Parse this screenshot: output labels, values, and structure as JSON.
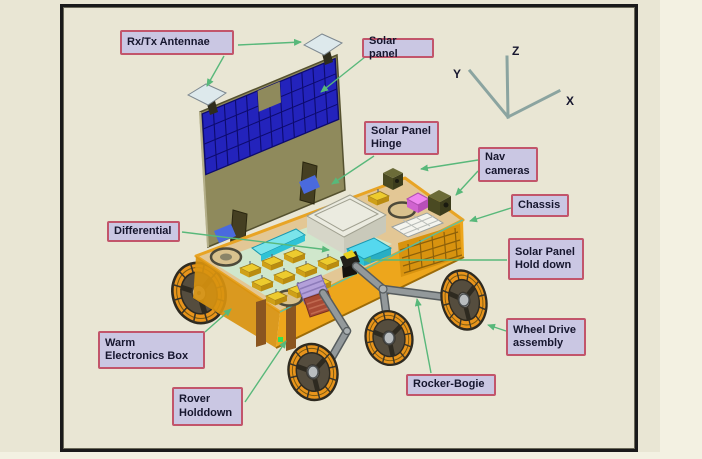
{
  "diagram": {
    "callouts": {
      "rx_tx_antennae": "Rx/Tx Antennae",
      "solar_panel": "Solar panel",
      "solar_panel_hinge": "Solar Panel\nHinge",
      "nav_cameras": "Nav\ncameras",
      "chassis": "Chassis",
      "solar_panel_hold_down": "Solar Panel\nHold down",
      "wheel_drive_assembly": "Wheel Drive\nassembly",
      "rocker_bogie": "Rocker-Bogie",
      "rover_holddown": "Rover\nHolddown",
      "warm_electronics_box": "Warm\nElectronics Box",
      "differential": "Differential"
    },
    "axes": {
      "x": "X",
      "y": "Y",
      "z": "Z"
    },
    "colors": {
      "page_bg": "#f3f1e2",
      "figure_bg": "#e9e6d4",
      "frame_border": "#1a1a1a",
      "label_bg": "#cac7e3",
      "label_border": "#c2556b",
      "label_text": "#16162e",
      "arrow_green": "#58b87a",
      "solar_cell_blue": "#2323bc",
      "panel_khaki": "#8f8a5c",
      "body_gold": "#eda61c",
      "wheel_orange": "#e8941c",
      "deck_green": "#cfe9cf",
      "axis_gray": "#8ba4a0"
    }
  }
}
